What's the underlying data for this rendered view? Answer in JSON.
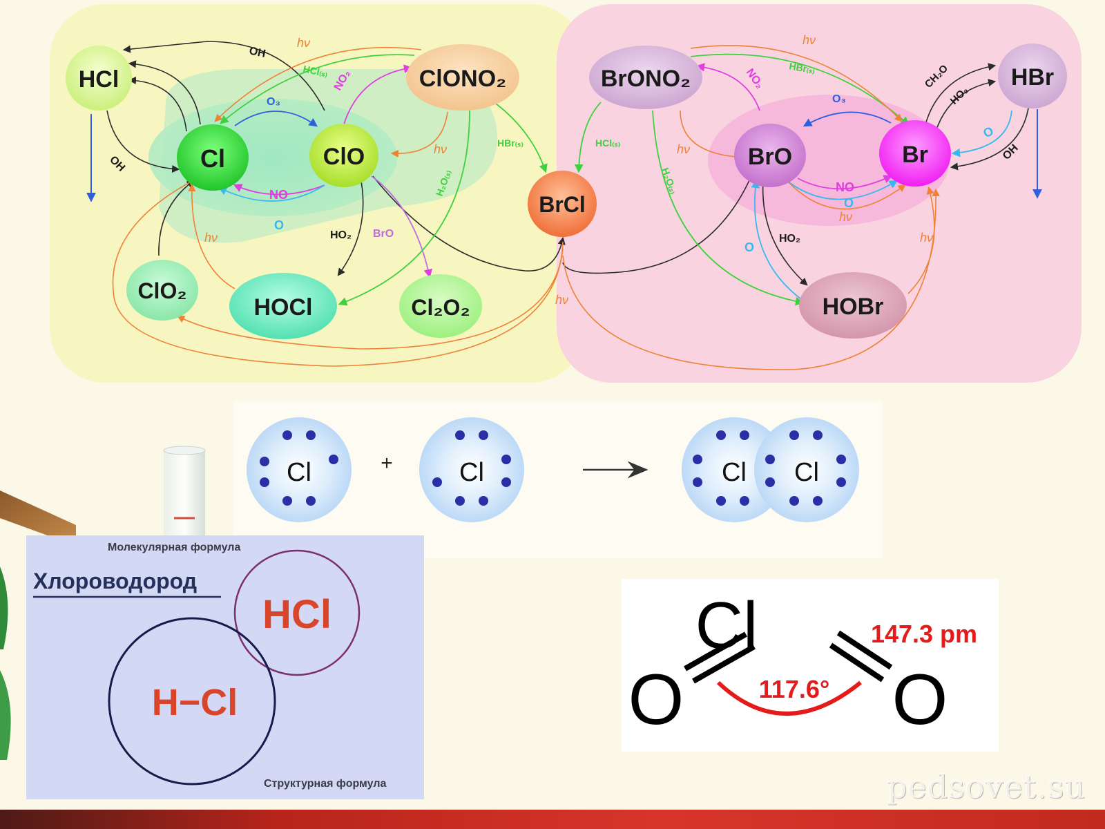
{
  "cycle": {
    "species": {
      "hcl": "HCl",
      "cl": "Cl",
      "clo": "ClO",
      "clono2": "ClONO₂",
      "clo2": "ClO₂",
      "hocl": "HOCl",
      "cl2o2": "Cl₂O₂",
      "brcl": "BrCl",
      "brono2": "BrONO₂",
      "bro": "BrO",
      "br": "Br",
      "hbr": "HBr",
      "hobr": "HOBr"
    },
    "labels": {
      "oh_top": "OH",
      "oh_left": "OH",
      "hv_top_left": "hν",
      "hcl_s": "HCl₍ₛ₎",
      "no2_left": "NO₂",
      "o3_left": "O₃",
      "no_left": "NO",
      "o_left": "O",
      "hv_clono2": "hν",
      "hbr_s_mid": "HBr₍ₛ₎",
      "h2o_s_left": "H₂O₍ₛ₎",
      "hv_clo2": "hν",
      "ho2_left": "HO₂",
      "bro_label": "BrO",
      "hv_brcl": "hν",
      "hv_top_right": "hν",
      "hbr_s_top": "HBr₍ₛ₎",
      "no2_right": "NO₂",
      "hcl_s_right": "HCl₍ₛ₎",
      "hv_brono2": "hν",
      "h2o_s_right": "H₂O₍ₛ₎",
      "o3_right": "O₃",
      "no_right": "NO",
      "o_right": "O",
      "hv_bro": "hν",
      "ho2_right": "HO₂",
      "o_hobr": "O",
      "hv_hobr": "hν",
      "ch2o": "CH₂O",
      "ho2_hbr": "HO₂",
      "o_hbr": "O",
      "oh_right": "OH"
    }
  },
  "lewis": {
    "atom": "Cl",
    "plus": "+"
  },
  "hcl_panel": {
    "title": "Хлороводород",
    "molecular_caption": "Молекулярная формула",
    "structural_caption": "Структурная формула",
    "molecular_formula": "HCl",
    "structural_formula": "H−Cl"
  },
  "clo2_panel": {
    "center_atom": "Cl",
    "side_atom": "O",
    "bond_length": "147.3 pm",
    "bond_angle": "117.6°"
  },
  "watermark": "pedsovet.su",
  "colors": {
    "left_bg": "#f7f6c0",
    "right_bg": "#f9d3df",
    "arrow_black": "#2b2b2b",
    "arrow_orange": "#ee8236",
    "arrow_green": "#3ed13e",
    "arrow_magenta": "#e03ee0",
    "arrow_blue": "#2f5fe0",
    "arrow_cyan": "#39b8ef",
    "annotation_red": "#e31b1b"
  }
}
